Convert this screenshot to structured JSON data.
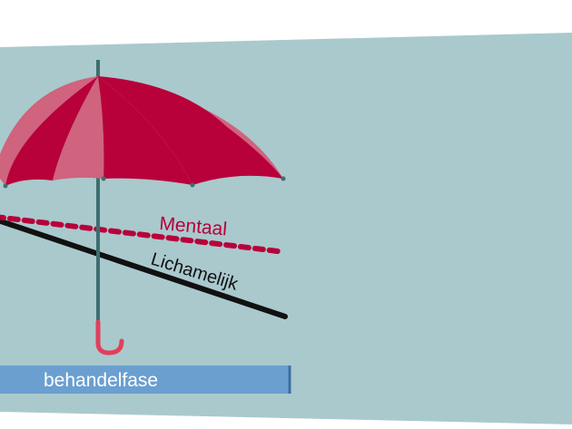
{
  "labels": {
    "mental": "Mentaal",
    "physical": "Lichamelijk",
    "phase": "behandelfase"
  },
  "colors": {
    "background_panel": "#a9c9cd",
    "umbrella_dark": "#b8003a",
    "umbrella_light": "#d0637d",
    "mental_line": "#b8003a",
    "physical_line": "#111111",
    "handle_pole": "#3d6e70",
    "handle_hook": "#e0405a",
    "phase_bar": "#6a9fd0",
    "phase_text": "#ffffff"
  },
  "icons": {
    "umbrella": "umbrella-icon"
  }
}
